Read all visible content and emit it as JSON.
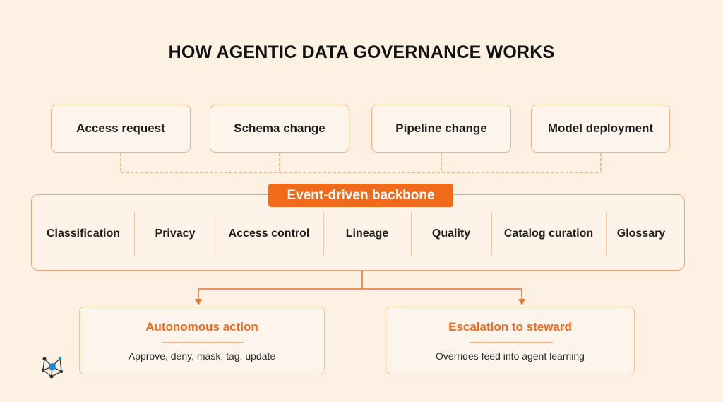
{
  "title": "HOW AGENTIC DATA GOVERNANCE WORKS",
  "events": [
    {
      "label": "Access request"
    },
    {
      "label": "Schema change"
    },
    {
      "label": "Pipeline change"
    },
    {
      "label": "Model deployment"
    }
  ],
  "backbone": {
    "label": "Event-driven backbone",
    "capabilities": [
      {
        "label": "Classification"
      },
      {
        "label": "Privacy"
      },
      {
        "label": "Access control"
      },
      {
        "label": "Lineage"
      },
      {
        "label": "Quality"
      },
      {
        "label": "Catalog curation"
      },
      {
        "label": "Glossary"
      }
    ]
  },
  "outcomes": [
    {
      "title": "Autonomous action",
      "description": "Approve, deny, mask, tag, update"
    },
    {
      "title": "Escalation to steward",
      "description": "Overrides feed into agent learning"
    }
  ],
  "colors": {
    "accent": "#f06a1c",
    "background": "#fcf1e3",
    "border": "#f2b37e"
  },
  "logo_icon": "network-node-icon"
}
